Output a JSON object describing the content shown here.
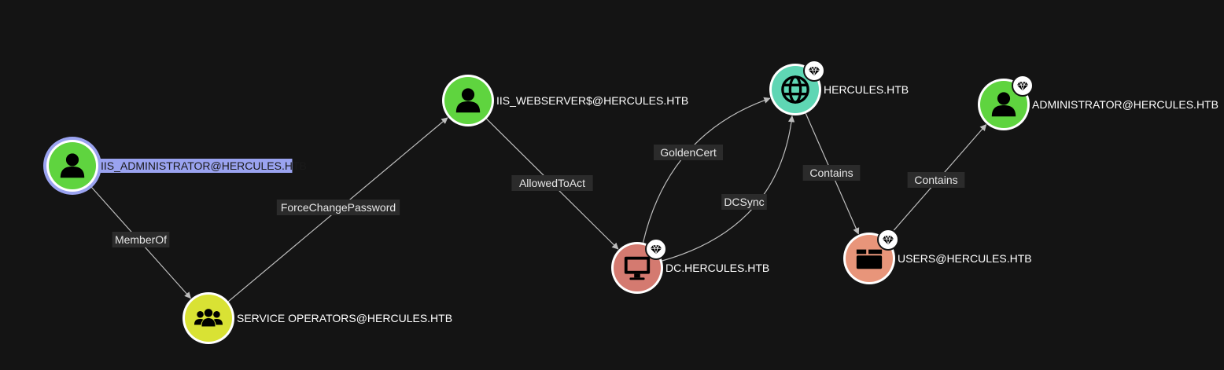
{
  "colors": {
    "background": "#141414",
    "user": "#5fd43f",
    "group": "#d9e234",
    "computer": "#d47a70",
    "domain": "#5fd6b4",
    "container": "#e8957a",
    "selected_ring": "#9aa3f0"
  },
  "nodes": [
    {
      "id": "iis_admin",
      "label": "IIS_ADMINISTRATOR@HERCULES.HTB",
      "type": "user",
      "icon": "user-icon",
      "selected": true,
      "tier_zero": false
    },
    {
      "id": "service_ops",
      "label": "SERVICE OPERATORS@HERCULES.HTB",
      "type": "group",
      "icon": "group-icon",
      "selected": false,
      "tier_zero": false
    },
    {
      "id": "iis_web",
      "label": "IIS_WEBSERVER$@HERCULES.HTB",
      "type": "user",
      "icon": "user-icon",
      "selected": false,
      "tier_zero": false
    },
    {
      "id": "dc",
      "label": "DC.HERCULES.HTB",
      "type": "computer",
      "icon": "computer-icon",
      "selected": false,
      "tier_zero": true
    },
    {
      "id": "domain",
      "label": "HERCULES.HTB",
      "type": "domain",
      "icon": "globe-icon",
      "selected": false,
      "tier_zero": true
    },
    {
      "id": "users",
      "label": "USERS@HERCULES.HTB",
      "type": "container",
      "icon": "container-icon",
      "selected": false,
      "tier_zero": true
    },
    {
      "id": "admin",
      "label": "ADMINISTRATOR@HERCULES.HTB",
      "type": "user",
      "icon": "user-icon",
      "selected": false,
      "tier_zero": true
    }
  ],
  "edges": [
    {
      "id": "e1",
      "from": "iis_admin",
      "to": "service_ops",
      "label": "MemberOf"
    },
    {
      "id": "e2",
      "from": "service_ops",
      "to": "iis_web",
      "label": "ForceChangePassword"
    },
    {
      "id": "e3",
      "from": "iis_web",
      "to": "dc",
      "label": "AllowedToAct"
    },
    {
      "id": "e4",
      "from": "dc",
      "to": "domain",
      "label": "GoldenCert"
    },
    {
      "id": "e5",
      "from": "dc",
      "to": "domain",
      "label": "DCSync"
    },
    {
      "id": "e6",
      "from": "domain",
      "to": "users",
      "label": "Contains"
    },
    {
      "id": "e7",
      "from": "users",
      "to": "admin",
      "label": "Contains"
    }
  ]
}
